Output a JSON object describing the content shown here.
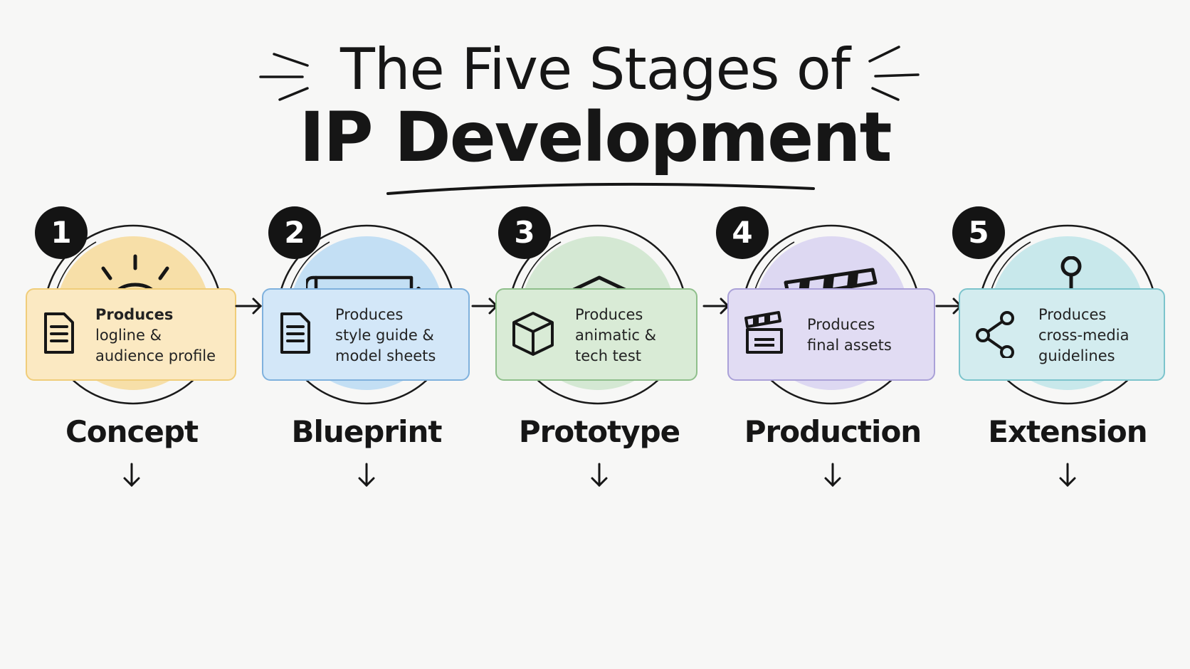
{
  "title": {
    "line1": "The Five Stages of",
    "line2": "IP Development"
  },
  "stages": [
    {
      "number": "1",
      "name": "Concept",
      "icon": "lightbulb-icon",
      "card_icon": "document-icon",
      "card_lines": [
        "Produces",
        "logline &",
        "audience profile"
      ],
      "fill": "#f6dca0",
      "card_bg": "#fbe9c2",
      "card_border": "#f0cd7a"
    },
    {
      "number": "2",
      "name": "Blueprint",
      "icon": "blueprint-pencil-icon",
      "card_icon": "document-icon",
      "card_lines": [
        "Produces",
        "style guide &",
        "model sheets"
      ],
      "fill": "#bcdcf4",
      "card_bg": "#d3e7f8",
      "card_border": "#7fb1dd"
    },
    {
      "number": "3",
      "name": "Prototype",
      "icon": "cube-icon",
      "card_icon": "cube-icon",
      "card_lines": [
        "Produces",
        "animatic &",
        "tech test"
      ],
      "fill": "#cfe6cf",
      "card_bg": "#d9ebd6",
      "card_border": "#8fbf8b"
    },
    {
      "number": "4",
      "name": "Production",
      "icon": "clapperboard-icon",
      "card_icon": "clapperboard-icon",
      "card_lines": [
        "Produces",
        "final assets"
      ],
      "fill": "#d9d4f2",
      "card_bg": "#e1dcf3",
      "card_border": "#aaa1d8"
    },
    {
      "number": "5",
      "name": "Extension",
      "icon": "network-icon",
      "card_icon": "share-icon",
      "card_lines": [
        "Produces",
        "cross-media",
        "guidelines"
      ],
      "fill": "#c2e5ea",
      "card_bg": "#d3ecef",
      "card_border": "#7cc4cc"
    }
  ]
}
